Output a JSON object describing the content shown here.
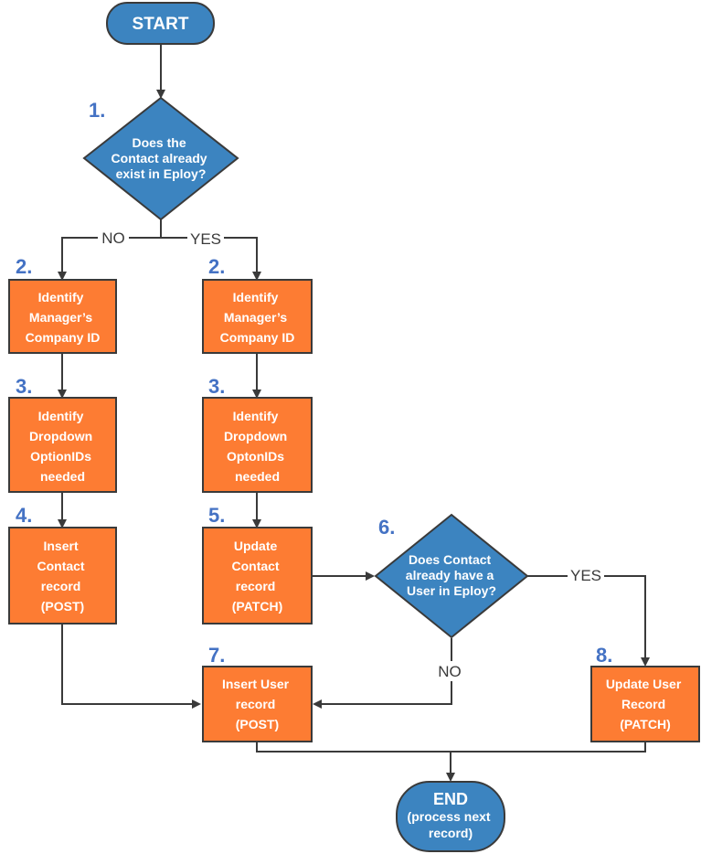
{
  "start": {
    "label": "START"
  },
  "end": {
    "label": "END",
    "sub": [
      "(process next",
      "record)"
    ]
  },
  "steps": {
    "s1": {
      "num": "1.",
      "lines": [
        "Does the",
        "Contact already",
        "exist in Eploy?"
      ]
    },
    "s2_left": {
      "num": "2.",
      "lines": [
        "Identify",
        "Manager’s",
        "Company ID"
      ]
    },
    "s2_right": {
      "num": "2.",
      "lines": [
        "Identify",
        "Manager’s",
        "Company ID"
      ]
    },
    "s3_left": {
      "num": "3.",
      "lines": [
        "Identify",
        "Dropdown",
        "OptionIDs",
        "needed"
      ]
    },
    "s3_right": {
      "num": "3.",
      "lines": [
        "Identify",
        "Dropdown",
        "OptonIDs",
        "needed"
      ]
    },
    "s4": {
      "num": "4.",
      "lines": [
        "Insert",
        "Contact",
        "record",
        "(POST)"
      ]
    },
    "s5": {
      "num": "5.",
      "lines": [
        "Update",
        "Contact",
        "record",
        "(PATCH)"
      ]
    },
    "s6": {
      "num": "6.",
      "lines": [
        "Does Contact",
        "already have a",
        "User in Eploy?"
      ]
    },
    "s7": {
      "num": "7.",
      "lines": [
        "Insert User",
        "record",
        "(POST)"
      ]
    },
    "s8": {
      "num": "8.",
      "lines": [
        "Update User",
        "Record",
        "(PATCH)"
      ]
    }
  },
  "edge_labels": {
    "no1": "NO",
    "yes1": "YES",
    "yes6": "YES",
    "no6": "NO"
  },
  "colors": {
    "terminal": "#3c84c0",
    "decision": "#3c84c0",
    "process": "#fd7c33",
    "border": "#3a3a3a",
    "number": "#4472c4"
  }
}
